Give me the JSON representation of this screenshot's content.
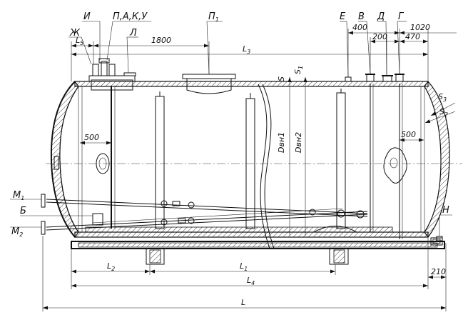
{
  "labels": {
    "I": "И",
    "pakU": "П,А,К,У",
    "P1": "П",
    "P1_sub": "1",
    "E": "Е",
    "V": "В",
    "D": "Д",
    "G": "Г",
    "Zh": "Ж",
    "L_nozzle": "Л",
    "M1": "М",
    "M1_sub": "1",
    "M2": "М",
    "M2_sub": "2",
    "B": "Б",
    "N": "Н",
    "S": "S",
    "S1": "S",
    "S1_sub": "1",
    "S2": "S",
    "S2_sub": "2",
    "S3": "S",
    "S3_sub": "3",
    "Dvn1": "Dвн1",
    "Dvn2": "Dвн2"
  },
  "dims": {
    "L5": "L",
    "L5_sub": "5",
    "d1800": "1800",
    "L3": "L",
    "L3_sub": "3",
    "d400": "400",
    "d200": "200",
    "d1020": "1020",
    "d470": "470",
    "d500_left": "500",
    "d500_right": "500",
    "L2": "L",
    "L2_sub": "2",
    "L1": "L",
    "L1_sub": "1",
    "L4": "L",
    "L4_sub": "4",
    "L": "L",
    "d210": "210"
  }
}
